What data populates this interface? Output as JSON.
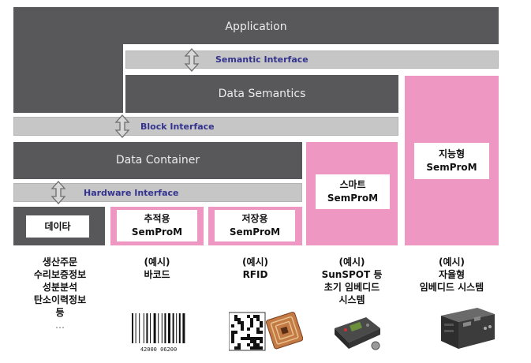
{
  "layers": {
    "application": "Application",
    "semantic_interface": "Semantic Interface",
    "data_semantics": "Data Semantics",
    "block_interface": "Block Interface",
    "data_container": "Data Container",
    "hardware_interface": "Hardware Interface"
  },
  "boxes": {
    "data": "데이타",
    "tracking": [
      "추적용",
      "SemProM"
    ],
    "storage": [
      "저장용",
      "SemProM"
    ],
    "smart": [
      "스마트",
      "SemProM"
    ],
    "intelligent": [
      "지능형",
      "SemProM"
    ]
  },
  "examples": {
    "col1": [
      "생산주문",
      "수리보증정보",
      "성분분석",
      "탄소이력정보",
      "등",
      "…"
    ],
    "col2": [
      "(예시)",
      "바코드"
    ],
    "col3": [
      "(예시)",
      "RFID"
    ],
    "col4": [
      "(예시)",
      "SunSPOT 등",
      "초기 임베디드",
      "시스템"
    ],
    "col5": [
      "(예시)",
      "자율형",
      "임베디드 시스템"
    ]
  },
  "barcode_number": "42000 06200",
  "colors": {
    "dark_layer": "#58585a",
    "interface_band": "#c6c6c6",
    "interface_text": "#33338f",
    "pink": "#ee97c3"
  }
}
